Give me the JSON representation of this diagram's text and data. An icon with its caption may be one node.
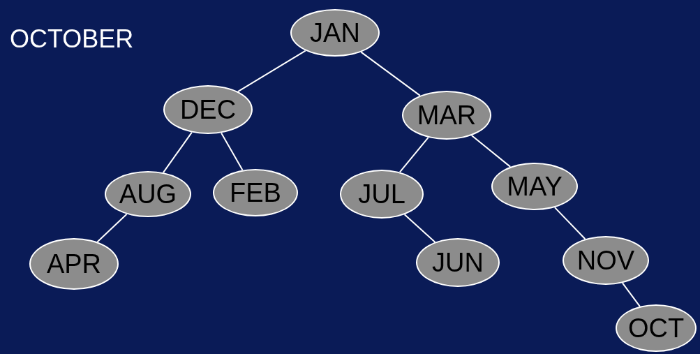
{
  "diagram": {
    "nodes": [
      {
        "text": [
          "JAN"
        ]
      },
      {
        "text": [
          "DEC"
        ]
      },
      {
        "text": [
          "MAR"
        ]
      },
      {
        "text": [
          "AUG"
        ]
      },
      {
        "text": [
          "FEB"
        ]
      },
      {
        "text": [
          "JUL"
        ]
      },
      {
        "text": [
          "MAY"
        ]
      },
      {
        "text": [
          "APR"
        ]
      },
      {
        "text": [
          "JUN"
        ]
      },
      {
        "text": [
          "NOV"
        ]
      },
      {
        "text": [
          "OCT"
        ]
      }
    ],
    "edges": [
      {
        "from": 0,
        "to": 1,
        "arrow": "none"
      },
      {
        "from": 0,
        "to": 2,
        "arrow": "none"
      },
      {
        "from": 1,
        "to": 3,
        "arrow": "none"
      },
      {
        "from": 1,
        "to": 4,
        "arrow": "none"
      },
      {
        "from": 2,
        "to": 5,
        "arrow": "none"
      },
      {
        "from": 2,
        "to": 6,
        "arrow": "none"
      },
      {
        "from": 3,
        "to": 7,
        "arrow": "none"
      },
      {
        "from": 5,
        "to": 8,
        "arrow": "none"
      },
      {
        "from": 6,
        "to": 9,
        "arrow": "none"
      },
      {
        "from": 9,
        "to": 10,
        "arrow": "none"
      }
    ],
    "labels": [
      "OCTOBER"
    ]
  }
}
